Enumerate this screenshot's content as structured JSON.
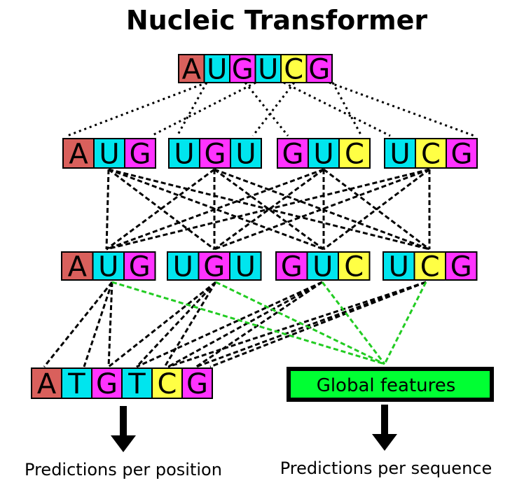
{
  "title": "Nucleic Transformer",
  "colors": {
    "A": "#d9605c",
    "U": "#00e5ee",
    "T": "#00e5ee",
    "G": "#ff33ff",
    "C": "#ffff44",
    "global_fill": "#00ff33",
    "black_link": "#000000",
    "green_link": "#22cc22"
  },
  "sequence_top": [
    "A",
    "U",
    "G",
    "U",
    "C",
    "G"
  ],
  "kmers_row1": [
    [
      "A",
      "U",
      "G"
    ],
    [
      "U",
      "G",
      "U"
    ],
    [
      "G",
      "U",
      "C"
    ],
    [
      "U",
      "C",
      "G"
    ]
  ],
  "kmers_row2": [
    [
      "A",
      "U",
      "G"
    ],
    [
      "U",
      "G",
      "U"
    ],
    [
      "G",
      "U",
      "C"
    ],
    [
      "U",
      "C",
      "G"
    ]
  ],
  "output_sequence": [
    "A",
    "T",
    "G",
    "T",
    "C",
    "G"
  ],
  "global_features_label": "Global features",
  "prediction_per_position": "Predictions per position",
  "prediction_per_sequence": "Predictions per sequence"
}
